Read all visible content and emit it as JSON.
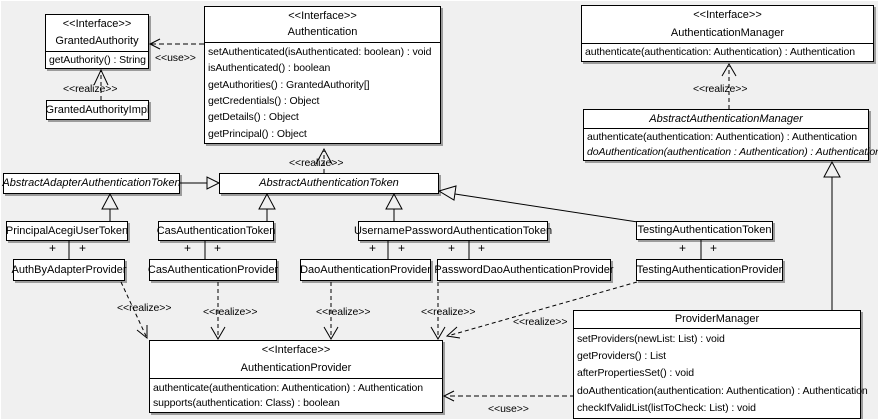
{
  "diagram": {
    "background_color": "#f0f0f0",
    "box_fill_color": "#ffffff",
    "line_color": "#000000"
  },
  "labels": {
    "use": "<<use>>",
    "realize": "<<realize>>",
    "plus": "+"
  },
  "classes": [
    {
      "stereotype": "<<Interface>>",
      "name": "GrantedAuthority",
      "methods": [
        "getAuthority() : String"
      ]
    },
    {
      "name": "GrantedAuthorityImpl"
    },
    {
      "stereotype": "<<Interface>>",
      "name": "Authentication",
      "methods": [
        "setAuthenticated(isAuthenticated: boolean) : void",
        "isAuthenticated() : boolean",
        "getAuthorities() : GrantedAuthority[]",
        "getCredentials() : Object",
        "getDetails() : Object",
        "getPrincipal() : Object"
      ]
    },
    {
      "stereotype": "<<Interface>>",
      "name": "AuthenticationManager",
      "methods": [
        "authenticate(authentication: Authentication) : Authentication"
      ]
    },
    {
      "name": "AbstractAuthenticationManager",
      "abstract": true,
      "methods": [
        "authenticate(authentication: Authentication) : Authentication",
        "doAuthentication(authentication : Authentication) : Authentication"
      ]
    },
    {
      "name": "AbstractAdapterAuthenticationToken",
      "abstract": true
    },
    {
      "name": "AbstractAuthenticationToken",
      "abstract": true
    },
    {
      "name": "PrincipalAcegiUserToken"
    },
    {
      "name": "CasAuthenticationToken"
    },
    {
      "name": "UsernamePasswordAuthenticationToken"
    },
    {
      "name": "TestingAuthenticationToken"
    },
    {
      "name": "AuthByAdapterProvider"
    },
    {
      "name": "CasAuthenticationProvider"
    },
    {
      "name": "DaoAuthenticationProvider"
    },
    {
      "name": "PasswordDaoAuthenticationProvider"
    },
    {
      "name": "TestingAuthenticationProvider"
    },
    {
      "stereotype": "<<Interface>>",
      "name": "AuthenticationProvider",
      "methods": [
        "authenticate(authentication: Authentication) : Authentication",
        "supports(authentication: Class) : boolean"
      ]
    },
    {
      "name": "ProviderManager",
      "methods": [
        "setProviders(newList: List) : void",
        "getProviders() : List",
        "afterPropertiesSet() : void",
        "doAuthentication(authentication: Authentication) : Authentication",
        "checkIfValidList(listToCheck: List) : void"
      ]
    }
  ]
}
